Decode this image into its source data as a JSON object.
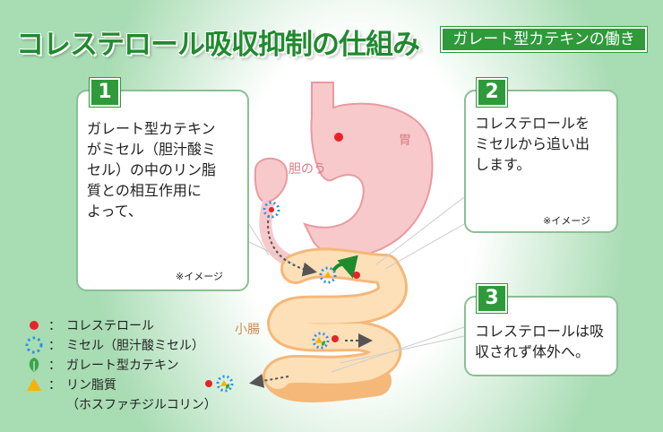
{
  "title": "コレステロール吸収抑制の仕組み",
  "badge": "ガレート型カテキンの働き",
  "steps": [
    {
      "num": "1",
      "lines": [
        "ガレート型カテキン",
        "がミセル（胆汁酸ミ",
        "セル）の中のリン脂",
        "質との相互作用に",
        "よって、"
      ],
      "note": "※イメージ"
    },
    {
      "num": "2",
      "lines": [
        "コレステロールを",
        "ミセルから追い出",
        "します。"
      ],
      "note": "※イメージ"
    },
    {
      "num": "3",
      "lines": [
        "コレステロールは吸",
        "収されず体外へ。"
      ]
    }
  ],
  "organs": {
    "stomach": "胃",
    "gallbladder": "胆のう",
    "intestine": "小腸"
  },
  "legend": [
    {
      "icon": "cholesterol-icon",
      "label": "コレステロール"
    },
    {
      "icon": "micelle-icon",
      "label": "ミセル（胆汁酸ミセル）"
    },
    {
      "icon": "leaf-icon",
      "label": "ガレート型カテキン"
    },
    {
      "icon": "triangle-icon",
      "label": "リン脂質"
    },
    {
      "icon": "",
      "label": "（ホスファチジルコリン）"
    }
  ],
  "colon": "：",
  "colors": {
    "green": "#2e9a3a",
    "red": "#e8222a",
    "blue": "#2a8fe8",
    "yellow": "#f5b400",
    "stomach": "#f6c6c8",
    "intestine": "#fbd7a6"
  }
}
